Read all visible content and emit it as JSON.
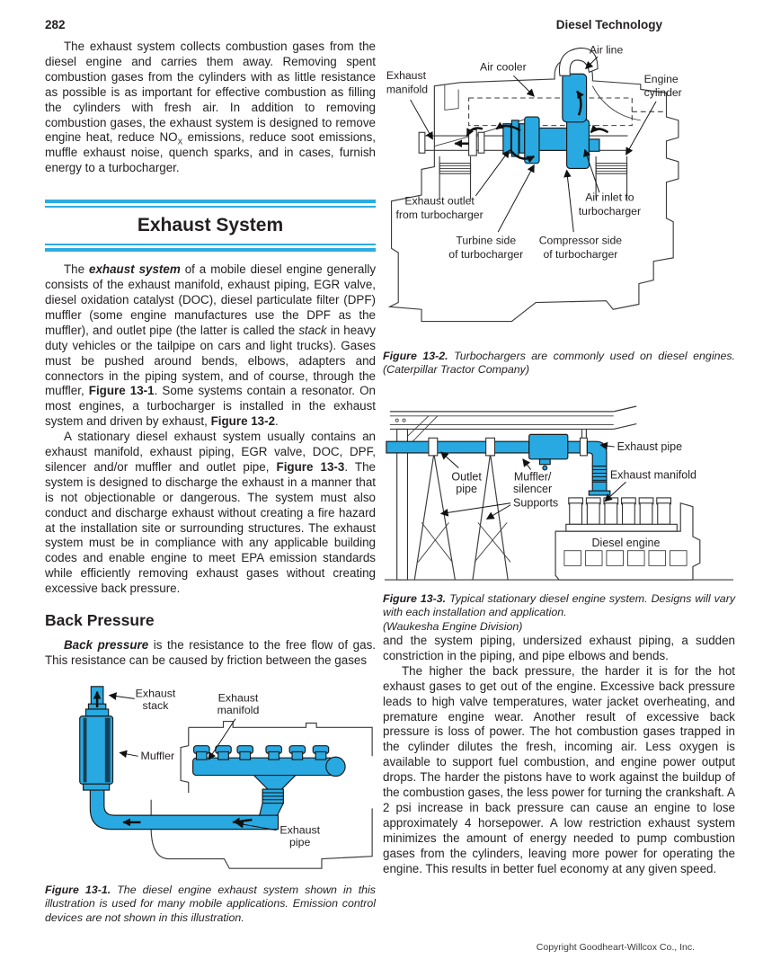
{
  "page": {
    "number": "282",
    "running_title": "Diesel Technology",
    "copyright": "Copyright Goodheart-Willcox Co., Inc."
  },
  "colors": {
    "figure_blue": "#29a9e1",
    "heading_rule": "#2bace2",
    "text": "#231f20"
  },
  "article": {
    "p1a": "The exhaust system collects combustion gases from the diesel engine and carries them away. Removing spent combustion gases from the cylinders with as little resistance as possible is as important for effective combustion as filling the cylinders with fresh air. In addition to removing combustion gases, the exhaust system is designed to remove engine heat, reduce ",
    "p1no": "NO",
    "p1sub": "X",
    "p1b": " emissions, reduce soot emissions, muffle exhaust noise, quench sparks, and in cases, furnish energy to a turbocharger.",
    "h1": "Exhaust System",
    "p2lead": "The ",
    "p2b1": "exhaust system",
    "p2a": " of a mobile diesel engine generally consists of the exhaust manifold, exhaust piping, EGR valve, diesel oxidation catalyst (DOC), diesel particulate filter (DPF) muffler (some engine manufactures use the DPF as the muffler), and outlet pipe (the latter is called the ",
    "p2i": "stack",
    "p2b": " in heavy duty vehicles or the tailpipe on cars and light trucks). Gases must be pushed around bends, elbows, adapters and connectors in the piping system, and of course, through the muffler, ",
    "p2f1": "Figure 13-1",
    "p2c": ". Some systems contain a resonator. On most engines, a turbocharger is installed in the exhaust system and driven by exhaust, ",
    "p2f2": "Figure 13-2",
    "p2d": ".",
    "p3a": "A stationary diesel exhaust system usually contains an exhaust manifold, exhaust piping, EGR valve, DOC, DPF, silencer and/or muffler and outlet pipe, ",
    "p3f": "Figure 13-3",
    "p3b": ". The system is designed to discharge the exhaust in a manner that is not objectionable or dangerous. The system must also conduct and discharge exhaust without creating a fire hazard at the installation site or surrounding structures. The exhaust system must be in compliance with any applicable building codes and enable engine to meet EPA emission standards while efficiently removing exhaust gases without creating excessive back pressure.",
    "h2": "Back Pressure",
    "p4b": "Back pressure",
    "p4a": " is the resistance to the free flow of gas. This resistance can be caused by friction between the gases",
    "p5": "and the system piping, undersized exhaust piping, a sudden constriction in the piping, and pipe elbows and bends.",
    "p6": "The higher the back pressure, the harder it is for the hot exhaust gases to get out of the engine. Excessive back pressure leads to high valve temperatures, water jacket overheating, and premature engine wear. Another result of excessive back pressure is loss of power. The hot combustion gases trapped in the cylinder dilutes the fresh, incoming air. Less oxygen is available to support fuel combustion, and engine power output drops. The harder the pistons have to work against the buildup of the combustion gases, the less power for turning the crankshaft. A 2 psi increase in back pressure can cause an engine to lose approximately 4 horsepower. A low restriction exhaust system minimizes the amount of energy needed to pump combustion gases from the cylinders, leaving more power for operating the engine. This results in better fuel economy at any given speed."
  },
  "fig1": {
    "labels": {
      "stack1": "Exhaust",
      "stack2": "stack",
      "manifold1": "Exhaust",
      "manifold2": "manifold",
      "muffler": "Muffler",
      "pipe1": "Exhaust",
      "pipe2": "pipe"
    },
    "caption_label": "Figure 13-1.",
    "caption_text": " The diesel engine exhaust system shown in this illustration is used for many mobile applications. Emission control devices are not shown in this illustration."
  },
  "fig2": {
    "labels": {
      "manifold1": "Exhaust",
      "manifold2": "manifold",
      "cooler": "Air cooler",
      "airline": "Air line",
      "cyl1": "Engine",
      "cyl2": "cylinder",
      "out1": "Exhaust outlet",
      "out2": "from turbocharger",
      "turb1": "Turbine side",
      "turb2": "of turbocharger",
      "comp1": "Compressor side",
      "comp2": "of turbocharger",
      "inlet1": "Air inlet to",
      "inlet2": "turbocharger"
    },
    "caption_label": "Figure 13-2.",
    "caption_text": " Turbochargers are commonly used on diesel engines. (Caterpillar Tractor Company)"
  },
  "fig3": {
    "labels": {
      "outlet1": "Outlet",
      "outlet2": "pipe",
      "muffler1": "Muffler/",
      "muffler2": "silencer",
      "pipe": "Exhaust pipe",
      "manifold": "Exhaust manifold",
      "supports": "Supports",
      "engine": "Diesel engine"
    },
    "caption_label": "Figure 13-3.",
    "caption_text": " Typical stationary diesel engine system. Designs will vary with each installation and application.",
    "caption_credit": "(Waukesha Engine Division)"
  }
}
